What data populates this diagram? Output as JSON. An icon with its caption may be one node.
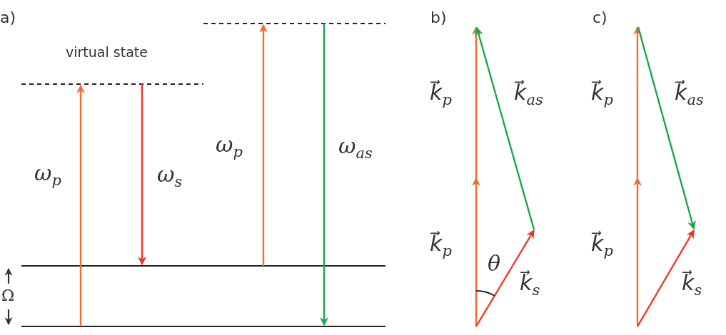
{
  "diagram": {
    "labels": [
      "a)",
      "virtual state",
      "ω$_{p}$",
      "ω$_{s}$",
      "ω$_{p}$",
      "ω$_{as}$",
      "Ω",
      "b)",
      "k⃗$_{p}$",
      "k⃗$_{as}$",
      "k⃗$_{p}$",
      "θ",
      "k⃗$_{s}$",
      "c)",
      "k⃗$_{p}$",
      "k⃗$_{as}$",
      "k⃗$_{p}$",
      "k⃗$_{s}$"
    ]
  }
}
